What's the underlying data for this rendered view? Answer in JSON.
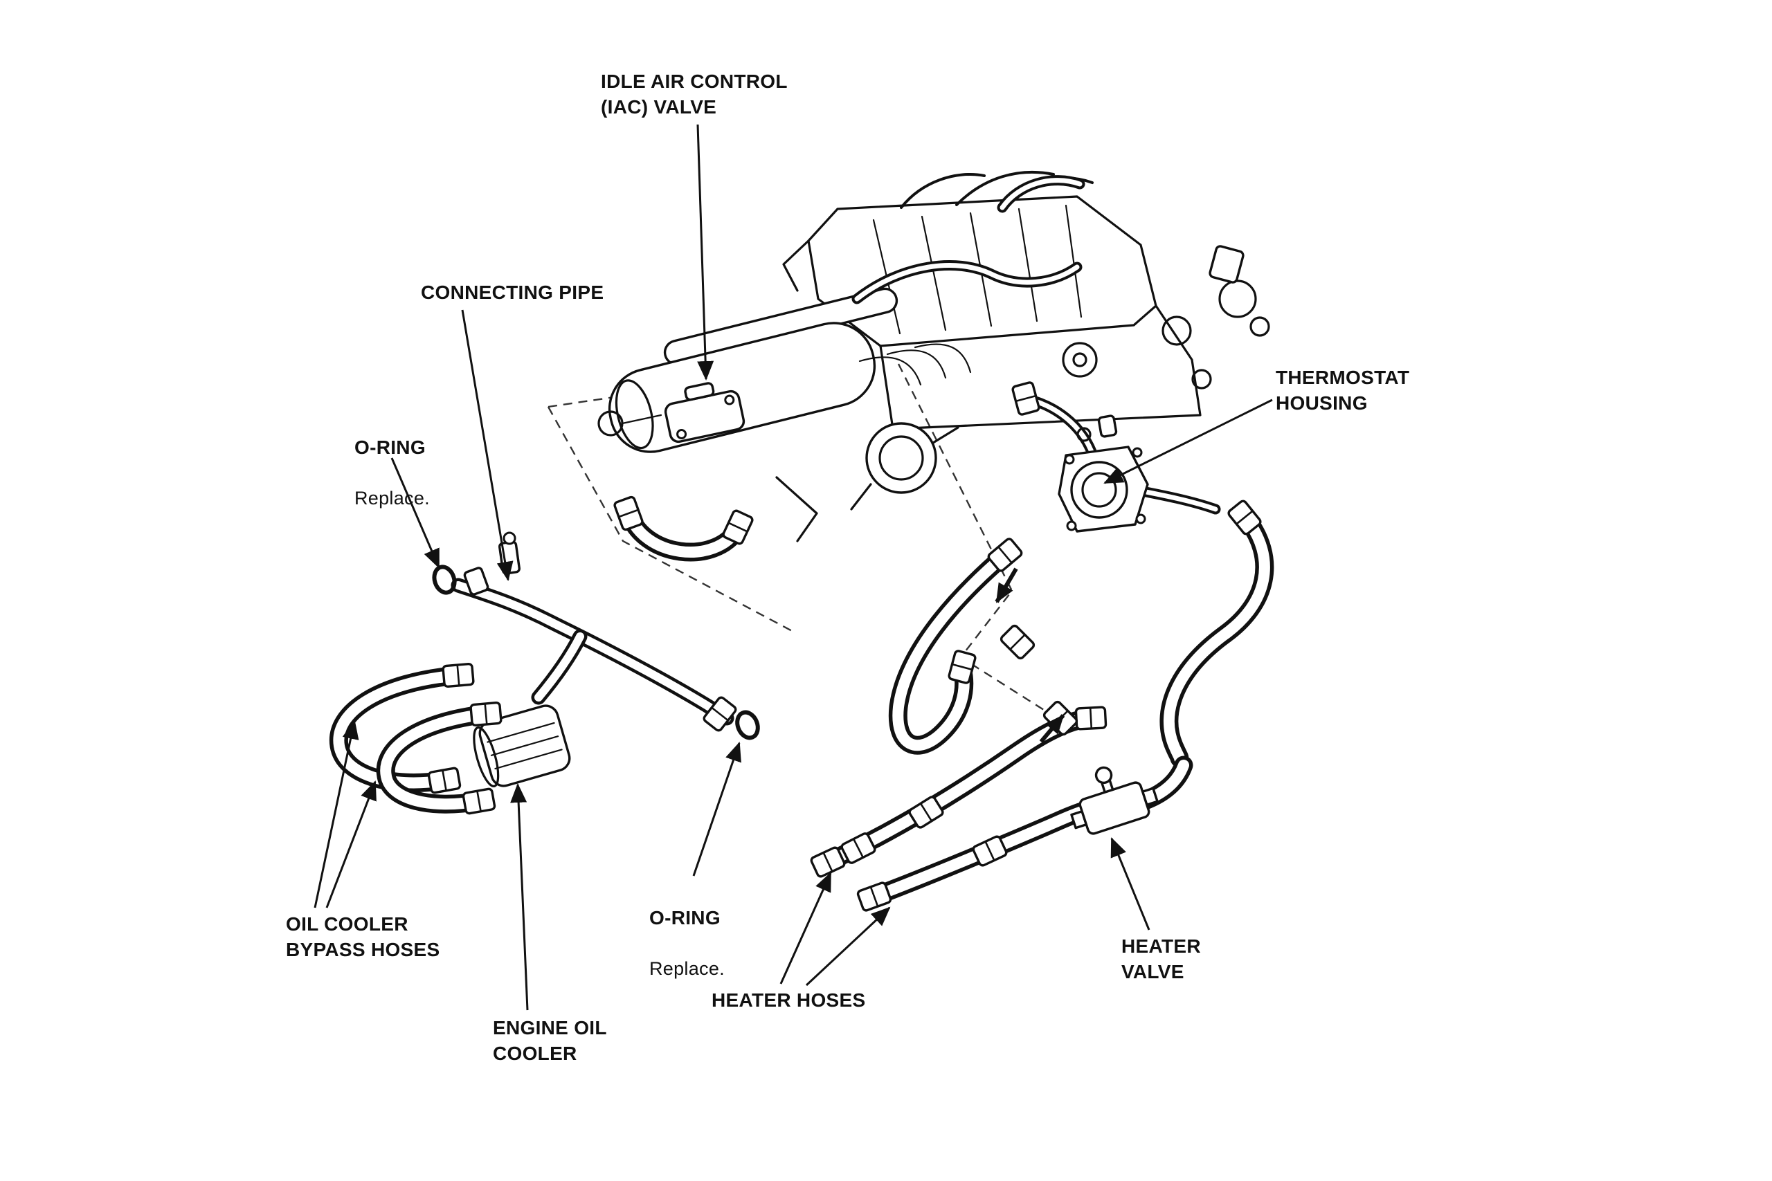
{
  "diagram": {
    "colors": {
      "ink": "#111111",
      "background": "#ffffff"
    },
    "labels": {
      "iac_valve": "IDLE AIR CONTROL\n(IAC) VALVE",
      "connecting_pipe": "CONNECTING PIPE",
      "o_ring_upper": {
        "name": "O-RING",
        "note": "Replace."
      },
      "thermostat_housing": "THERMOSTAT\nHOUSING",
      "oil_cooler_bypass_hoses": "OIL COOLER\nBYPASS HOSES",
      "engine_oil_cooler": "ENGINE OIL\nCOOLER",
      "o_ring_lower": {
        "name": "O-RING",
        "note": "Replace."
      },
      "heater_hoses": "HEATER HOSES",
      "heater_valve": "HEATER\nVALVE"
    }
  }
}
